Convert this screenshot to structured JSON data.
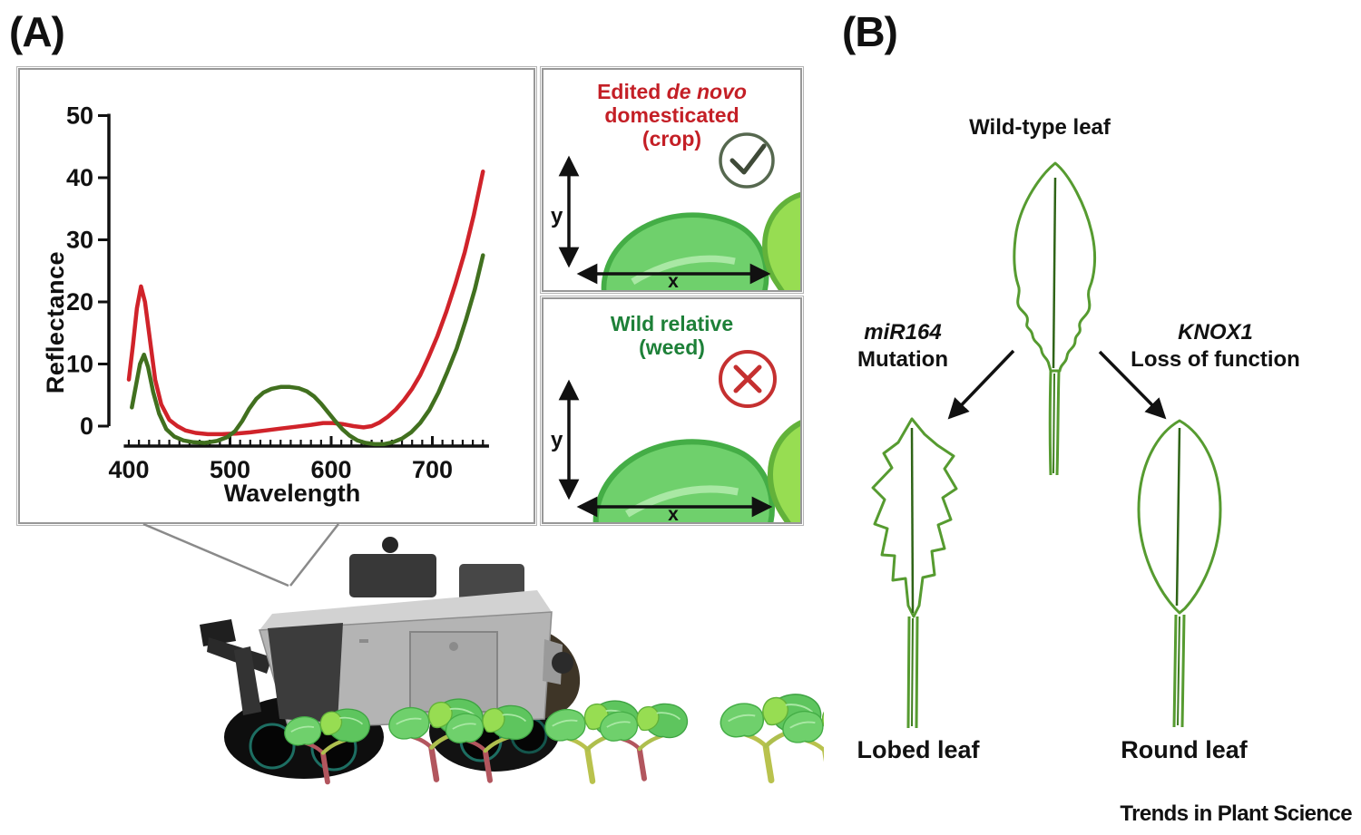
{
  "panel_a": {
    "label": "(A)",
    "crop_box": {
      "title_pre": "Edited ",
      "title_italic": "de novo",
      "title_line2": "domesticated",
      "title_line3": "(crop)",
      "title_color": "#c41f26",
      "status_icon": "check-circle",
      "x_label": "x",
      "y_label": "y"
    },
    "weed_box": {
      "title_line1": "Wild relative",
      "title_line2": "(weed)",
      "title_color": "#1d8038",
      "status_icon": "cross-circle",
      "x_label": "x",
      "y_label": "y"
    }
  },
  "chart_data": {
    "type": "line",
    "title": "",
    "xlabel": "Wavelength",
    "ylabel": "Reflectance",
    "xlim": [
      395,
      756
    ],
    "ylim": [
      -3.5,
      52
    ],
    "xticks": [
      400,
      500,
      600,
      700
    ],
    "yticks": [
      0,
      10,
      20,
      30,
      40,
      50
    ],
    "x_minor_step": 10,
    "grid": false,
    "legend_position": "none",
    "series": [
      {
        "name": "Edited de novo domesticated (crop)",
        "color": "#d0232a",
        "x": [
          400,
          404,
          408,
          412,
          416,
          420,
          426,
          432,
          440,
          448,
          456,
          466,
          478,
          492,
          506,
          520,
          535,
          550,
          565,
          580,
          592,
          602,
          612,
          622,
          632,
          640,
          648,
          656,
          664,
          672,
          680,
          688,
          696,
          705,
          714,
          723,
          732,
          741,
          750
        ],
        "y": [
          7.5,
          13,
          19,
          22.5,
          20,
          15,
          7.5,
          3.5,
          1,
          0,
          -0.7,
          -1.1,
          -1.3,
          -1.3,
          -1.2,
          -1,
          -0.7,
          -0.4,
          -0.1,
          0.2,
          0.5,
          0.5,
          0.3,
          0,
          -0.2,
          0,
          0.6,
          1.5,
          2.7,
          4.2,
          6,
          8.2,
          11,
          14.5,
          18.5,
          23,
          28,
          34,
          41
        ]
      },
      {
        "name": "Wild relative (weed)",
        "color": "#41701f",
        "x": [
          403,
          407,
          411,
          415,
          419,
          424,
          430,
          437,
          445,
          454,
          464,
          475,
          487,
          497,
          505,
          512,
          519,
          526,
          533,
          541,
          550,
          559,
          568,
          576,
          583,
          590,
          597,
          604,
          611,
          618,
          626,
          634,
          643,
          652,
          661,
          670,
          679,
          688,
          697,
          706,
          715,
          724,
          733,
          742,
          750
        ],
        "y": [
          3,
          6.5,
          10,
          11.5,
          9.5,
          5.5,
          2,
          -0.5,
          -1.7,
          -2.3,
          -2.6,
          -2.7,
          -2.4,
          -1.8,
          -0.8,
          0.8,
          2.8,
          4.4,
          5.4,
          6,
          6.3,
          6.3,
          6.1,
          5.6,
          4.8,
          3.6,
          2.2,
          0.8,
          -0.5,
          -1.5,
          -2.3,
          -2.7,
          -2.9,
          -2.9,
          -2.6,
          -2,
          -1,
          0.5,
          2.6,
          5.4,
          8.8,
          12.5,
          17,
          22,
          27.5
        ]
      }
    ]
  },
  "panel_b": {
    "label": "(B)",
    "wild_type_label": "Wild-type leaf",
    "left_gene": "miR164",
    "left_effect": "Mutation",
    "right_gene": "KNOX1",
    "right_effect": "Loss of function",
    "lobed_label": "Lobed leaf",
    "round_label": "Round leaf"
  },
  "footer": {
    "journal": "Trends in Plant Science"
  },
  "colors": {
    "crop_curve": "#d0232a",
    "weed_curve": "#41701f",
    "crop_text": "#c41f26",
    "weed_text": "#1d8038",
    "leaf_outline": "#569b30",
    "box_border": "#989898"
  }
}
